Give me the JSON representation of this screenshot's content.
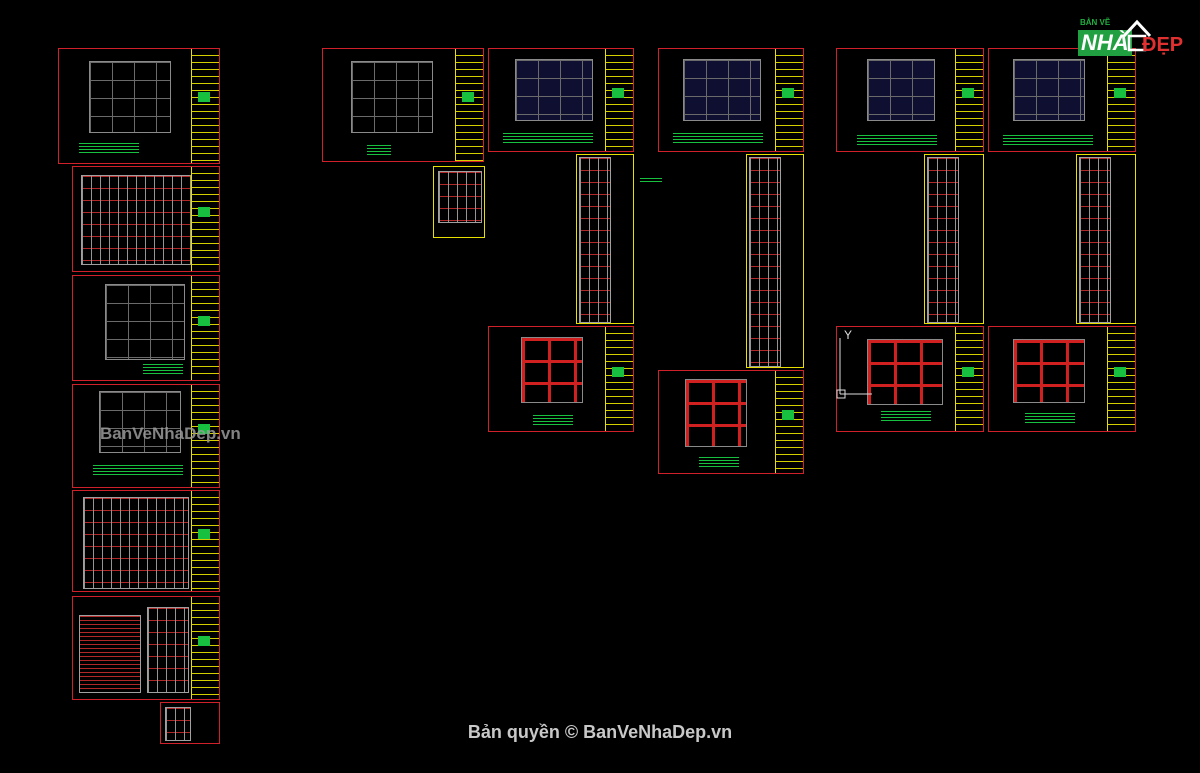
{
  "watermark": "BanVeNhaDep.vn",
  "copyright": "Bản quyền © BanVeNhaDep.vn",
  "logo": {
    "top": "BẢN VẼ",
    "main": "NHÀ",
    "accent": "ĐẸP"
  },
  "ucs": {
    "axis": "Y"
  },
  "colors": {
    "frame": "#d0202a",
    "titleblock": "#e8e000",
    "notes": "#18c040",
    "background": "#000000"
  }
}
